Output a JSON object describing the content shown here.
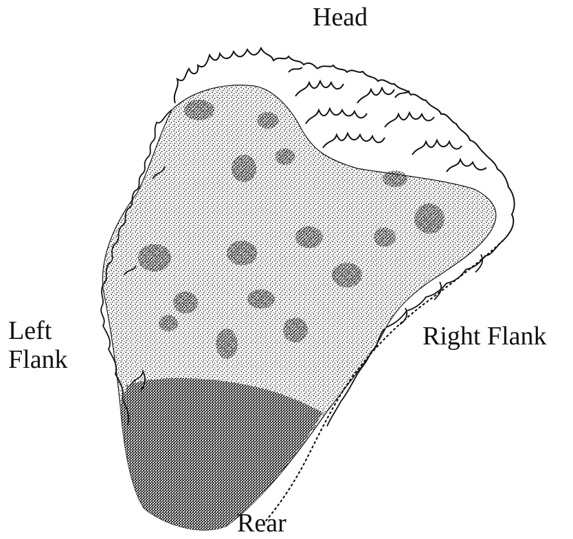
{
  "labels": {
    "head": "Head",
    "left_flank_line1": "Left",
    "left_flank_line2": "Flank",
    "right_flank": "Right Flank",
    "rear": "Rear"
  },
  "colors": {
    "ink": "#111111",
    "background": "#ffffff"
  }
}
